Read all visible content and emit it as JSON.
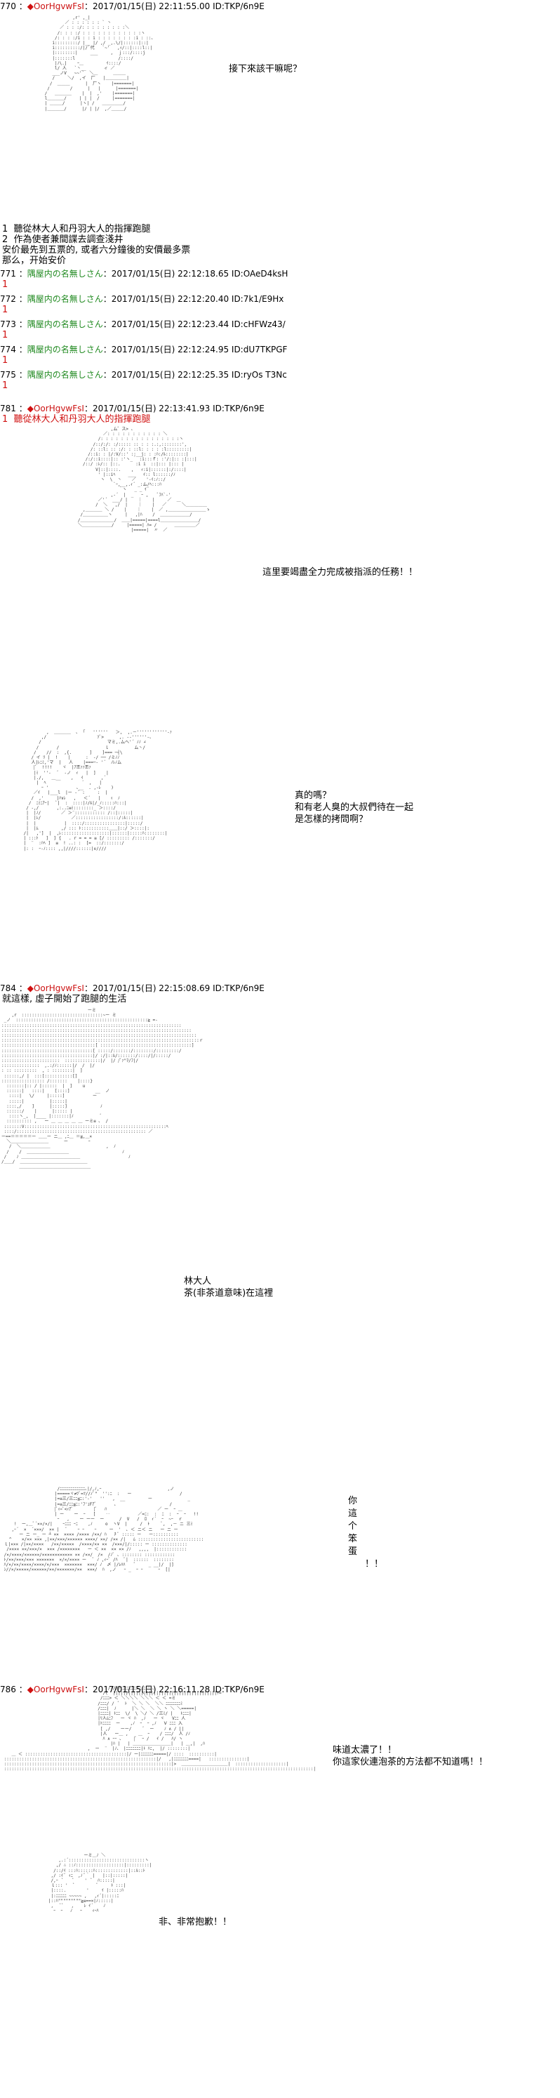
{
  "posts": [
    {
      "num": "770",
      "name": "OorHgvwFsI",
      "meta": "2017/01/15(日) 22:11:55.00 ID:TKP/6n9E"
    },
    {
      "num": "771",
      "name": "隅屋内の名無しさん",
      "meta": "2017/01/15(日) 22:12:18.65 ID:OAeD4ksH"
    },
    {
      "num": "772",
      "name": "隅屋内の名無しさん",
      "meta": "2017/01/15(日) 22:12:20.40 ID:7k1/E9Hx"
    },
    {
      "num": "773",
      "name": "隅屋内の名無しさん",
      "meta": "2017/01/15(日) 22:12:23.44 ID:cHFWz43/"
    },
    {
      "num": "774",
      "name": "隅屋内の名無しさん",
      "meta": "2017/01/15(日) 22:12:24.95 ID:dU7TKPGF"
    },
    {
      "num": "775",
      "name": "隅屋内の名無しさん",
      "meta": "2017/01/15(日) 22:12:25.35 ID:ryOs T3Nc"
    },
    {
      "num": "781",
      "name": "OorHgvwFsI",
      "meta": "2017/01/15(日) 22:13:41.93 ID:TKP/6n9E"
    },
    {
      "num": "784",
      "name": "OorHgvwFsI",
      "meta": "2017/01/15(日) 22:15:08.69 ID:TKP/6n9E"
    },
    {
      "num": "786",
      "name": "OorHgvwFsI",
      "meta": "2017/01/15(日) 22:16:11.28 ID:TKP/6n9E"
    }
  ],
  "speech": {
    "s770": "接下來該干嘛呢？",
    "s781": "這里要竭盡全力完成被指派的任務！！",
    "s781b_1": "真的嗎？",
    "s781b_2": "和有老人臭的大叔們待在一起",
    "s781b_3": "是怎樣的拷問啊？",
    "s784_1": "林大人",
    "s784_2": "茶(非茶道意味)在這裡",
    "s784b_1": "你",
    "s784b_2": "這",
    "s784b_3": "个",
    "s784b_4": "笨",
    "s784b_5": "蛋",
    "s784b_6": "！！",
    "s786_1": "味道太濃了！！",
    "s786_2": "你這家伙連泡茶的方法都不知道嗎！！",
    "s786b": "非、非常抱歉！！"
  },
  "text": {
    "choice1": "1  聽從林大人和丹羽大人的指揮跑腿",
    "choice2": "2  作為使者兼間諜去調查淺井",
    "choice3": "安价最先到五票的, 或者六分鐘後的安價最多票",
    "choice4": "那么，开始安价",
    "chosen": "1  聽從林大人和丹羽大人的指揮跑腿",
    "narr784": "就這樣, 虛子開始了跑腿的生活"
  },
  "colors": {
    "red": "#d01010",
    "green": "#228b22"
  }
}
